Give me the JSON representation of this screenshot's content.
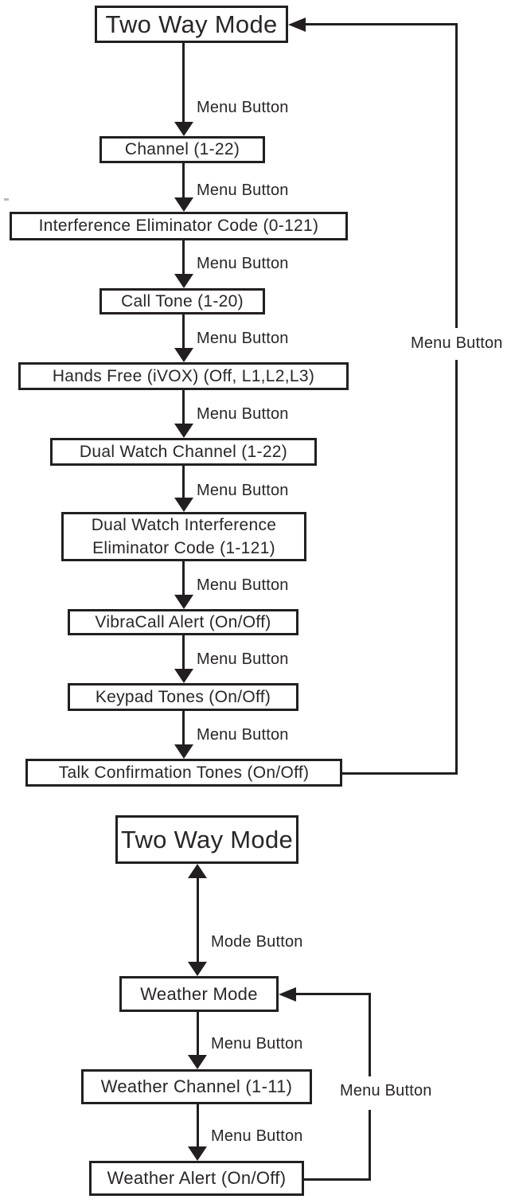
{
  "colors": {
    "line": "#231f20",
    "background": "#ffffff"
  },
  "diagram_top": {
    "boxes": [
      {
        "label": "Two Way Mode"
      },
      {
        "label": "Channel (1-22)"
      },
      {
        "label": "Interference Eliminator Code (0-121)"
      },
      {
        "label": "Call Tone (1-20)"
      },
      {
        "label": "Hands Free (iVOX) (Off, L1,L2,L3)"
      },
      {
        "label": "Dual Watch Channel (1-22)"
      },
      {
        "label": "Dual Watch Interference Eliminator Code (1-121)",
        "line1": "Dual Watch Interference",
        "line2": "Eliminator Code (1-121)"
      },
      {
        "label": "VibraCall Alert (On/Off)"
      },
      {
        "label": "Keypad Tones (On/Off)"
      },
      {
        "label": "Talk Confirmation Tones (On/Off)"
      }
    ],
    "edge_labels": [
      "Menu Button",
      "Menu Button",
      "Menu Button",
      "Menu Button",
      "Menu Button",
      "Menu Button",
      "Menu Button",
      "Menu Button",
      "Menu Button"
    ],
    "return_edge_label": "Menu Button"
  },
  "diagram_bottom": {
    "boxes": [
      {
        "label": "Two Way Mode"
      },
      {
        "label": "Weather Mode"
      },
      {
        "label": "Weather Channel (1-11)"
      },
      {
        "label": "Weather Alert (On/Off)"
      }
    ],
    "mode_edge_label": "Mode Button",
    "edge_labels": [
      "Menu Button",
      "Menu Button"
    ],
    "return_edge_label": "Menu Button"
  }
}
